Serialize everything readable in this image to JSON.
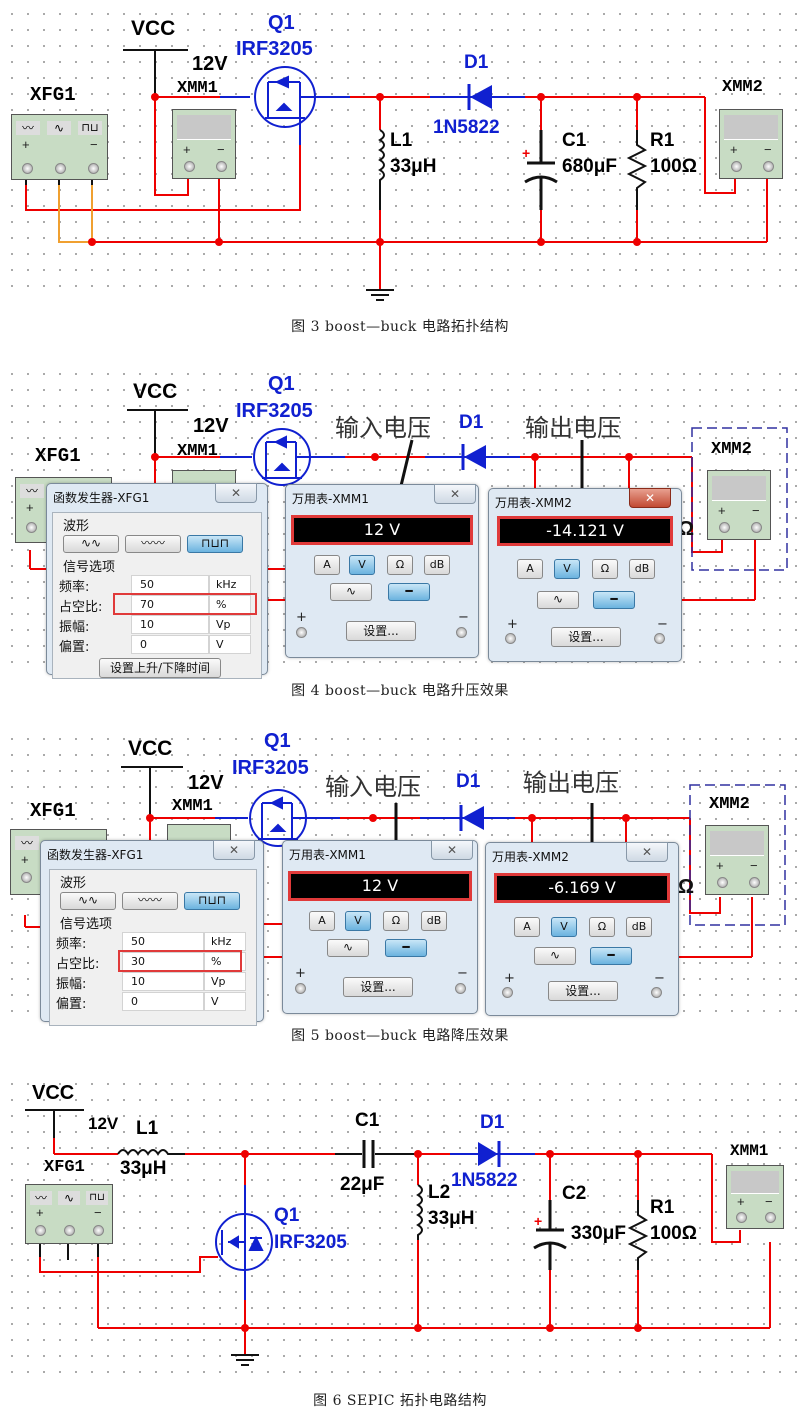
{
  "figures": [
    {
      "caption": "图 3 boost—buck 电路拓扑结构",
      "labels": {
        "vcc": "VCC",
        "vcc_value": "12V",
        "q1": "Q1",
        "q1_part": "IRF3205",
        "d1": "D1",
        "d1_part": "1N5822",
        "l1": "L1",
        "l1_value": "33μH",
        "c1": "C1",
        "c1_value": "680μF",
        "r1": "R1",
        "r1_value": "100Ω",
        "xfg1": "XFG1",
        "xmm1": "XMM1",
        "xmm2": "XMM2"
      }
    },
    {
      "caption": "图 4 boost—buck 电路升压效果",
      "annotations": {
        "input": "输入电压",
        "output": "输出电压"
      },
      "function_generator": {
        "title": "函数发生器-XFG1",
        "waveform_label": "波形",
        "signal_options_label": "信号选项",
        "fields": [
          {
            "label": "频率:",
            "value": "50",
            "unit": "kHz"
          },
          {
            "label": "占空比:",
            "value": "70",
            "unit": "%"
          },
          {
            "label": "振幅:",
            "value": "10",
            "unit": "Vp"
          },
          {
            "label": "偏置:",
            "value": "0",
            "unit": "V"
          }
        ],
        "rise_fall_button": "设置上升/下降时间",
        "selected_waveform": "square"
      },
      "multimeter_in": {
        "title": "万用表-XMM1",
        "reading": "12 V",
        "settings_button": "设置..."
      },
      "multimeter_out": {
        "title": "万用表-XMM2",
        "reading": "-14.121 V",
        "settings_button": "设置..."
      }
    },
    {
      "caption": "图 5 boost—buck 电路降压效果",
      "annotations": {
        "input": "输入电压",
        "output": "输出电压"
      },
      "function_generator": {
        "title": "函数发生器-XFG1",
        "waveform_label": "波形",
        "signal_options_label": "信号选项",
        "fields": [
          {
            "label": "频率:",
            "value": "50",
            "unit": "kHz"
          },
          {
            "label": "占空比:",
            "value": "30",
            "unit": "%"
          },
          {
            "label": "振幅:",
            "value": "10",
            "unit": "Vp"
          },
          {
            "label": "偏置:",
            "value": "0",
            "unit": "V"
          }
        ],
        "selected_waveform": "square"
      },
      "multimeter_in": {
        "title": "万用表-XMM1",
        "reading": "12 V",
        "settings_button": "设置..."
      },
      "multimeter_out": {
        "title": "万用表-XMM2",
        "reading": "-6.169 V",
        "settings_button": "设置..."
      }
    },
    {
      "caption": "图 6 SEPIC 拓扑电路结构",
      "labels": {
        "vcc": "VCC",
        "vcc_value": "12V",
        "l1": "L1",
        "l1_value": "33μH",
        "c1": "C1",
        "c1_value": "22μF",
        "d1": "D1",
        "d1_part": "1N5822",
        "l2": "L2",
        "l2_value": "33μH",
        "c2": "C2",
        "c2_value": "330μF",
        "r1": "R1",
        "r1_value": "100Ω",
        "q1": "Q1",
        "q1_part": "IRF3205",
        "xfg1": "XFG1",
        "xmm1": "XMM1"
      }
    }
  ],
  "meter_modes": [
    "A",
    "V",
    "Ω",
    "dB"
  ],
  "selected_mode": "V",
  "plus": "+",
  "minus": "−"
}
